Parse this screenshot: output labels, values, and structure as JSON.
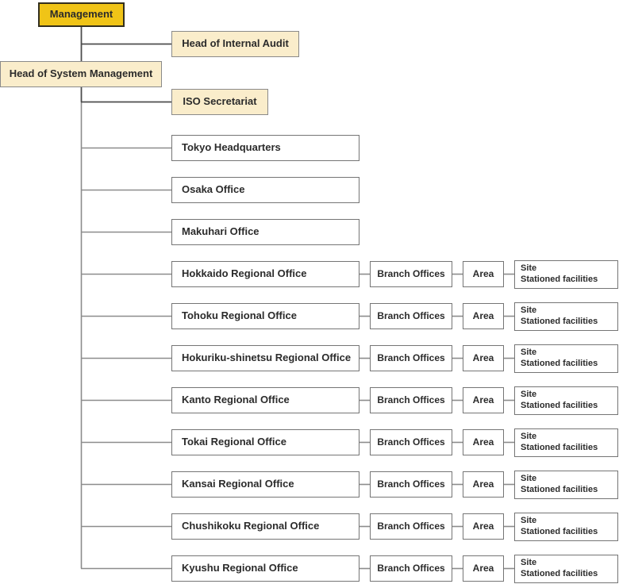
{
  "diagram": {
    "type": "organization-chart",
    "palette": {
      "management_fill": "#F0C417",
      "management_border": "#332F1E",
      "staff_fill": "#FAEDCB",
      "staff_border": "#8A8A8A",
      "office_fill": "#FFFFFF",
      "office_border": "#757575",
      "connector_dark": "#4D4D4D",
      "connector_gray": "#8C8C8C",
      "text_color": "#2B2B2B"
    },
    "root": {
      "label": "Management"
    },
    "staff_nodes": [
      {
        "label": "Head of Internal Audit"
      },
      {
        "label": "Head of System Management"
      },
      {
        "label": "ISO Secretariat"
      }
    ],
    "offices": [
      {
        "label": "Tokyo Headquarters"
      },
      {
        "label": "Osaka Office"
      },
      {
        "label": "Makuhari Office"
      }
    ],
    "regional_offices": [
      {
        "label": "Hokkaido Regional Office",
        "branch": "Branch Offices",
        "area": "Area",
        "site_lines": [
          "Site",
          "Stationed facilities"
        ]
      },
      {
        "label": "Tohoku Regional Office",
        "branch": "Branch Offices",
        "area": "Area",
        "site_lines": [
          "Site",
          "Stationed facilities"
        ]
      },
      {
        "label": "Hokuriku-shinetsu Regional Office",
        "branch": "Branch Offices",
        "area": "Area",
        "site_lines": [
          "Site",
          "Stationed facilities"
        ]
      },
      {
        "label": "Kanto Regional Office",
        "branch": "Branch Offices",
        "area": "Area",
        "site_lines": [
          "Site",
          "Stationed facilities"
        ]
      },
      {
        "label": "Tokai Regional Office",
        "branch": "Branch Offices",
        "area": "Area",
        "site_lines": [
          "Site",
          "Stationed facilities"
        ]
      },
      {
        "label": "Kansai Regional Office",
        "branch": "Branch Offices",
        "area": "Area",
        "site_lines": [
          "Site",
          "Stationed facilities"
        ]
      },
      {
        "label": "Chushikoku Regional Office",
        "branch": "Branch Offices",
        "area": "Area",
        "site_lines": [
          "Site",
          "Stationed facilities"
        ]
      },
      {
        "label": "Kyushu Regional Office",
        "branch": "Branch Offices",
        "area": "Area",
        "site_lines": [
          "Site",
          "Stationed facilities"
        ]
      }
    ]
  }
}
